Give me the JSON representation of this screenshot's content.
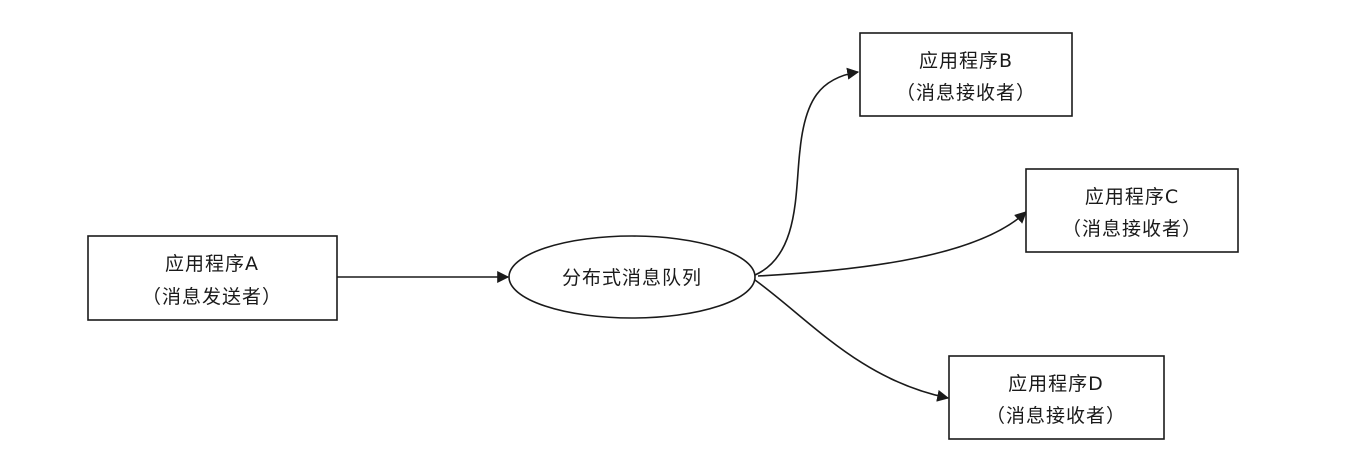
{
  "diagram": {
    "sender": {
      "line1": "应用程序A",
      "line2": "（消息发送者）"
    },
    "queue": {
      "label": "分布式消息队列"
    },
    "receivers": [
      {
        "line1": "应用程序B",
        "line2": "（消息接收者）"
      },
      {
        "line1": "应用程序C",
        "line2": "（消息接收者）"
      },
      {
        "line1": "应用程序D",
        "line2": "（消息接收者）"
      }
    ]
  }
}
